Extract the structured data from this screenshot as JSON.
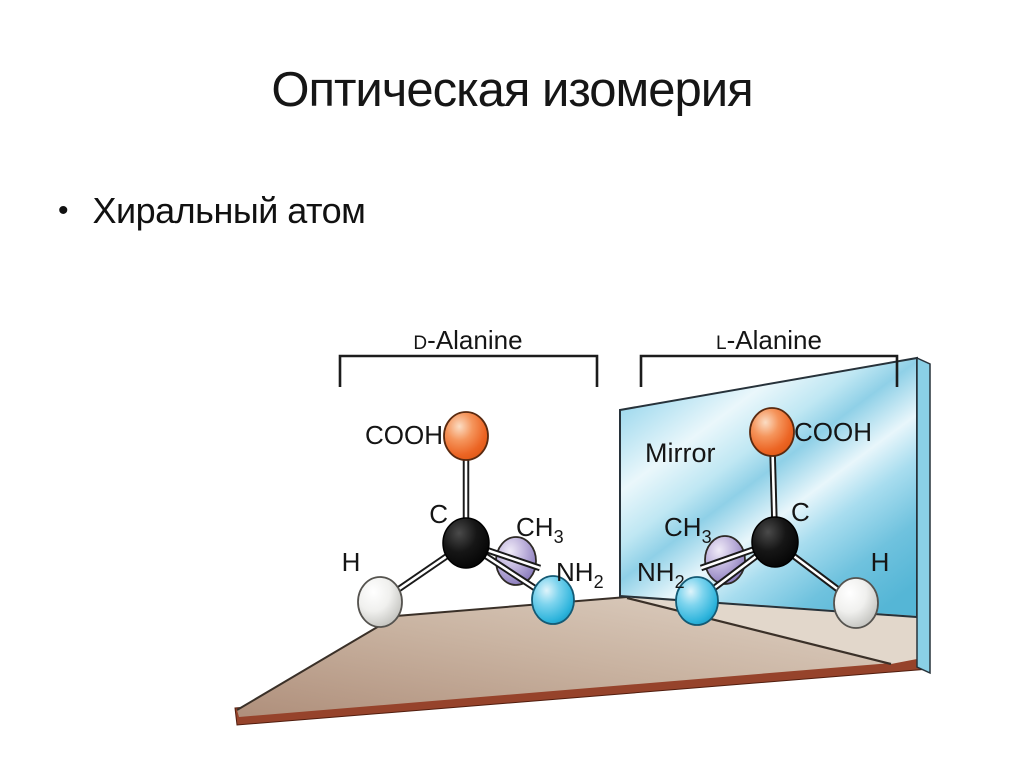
{
  "slide": {
    "title": "Оптическая изомерия",
    "bullet_marker": "•",
    "bullet_text": "Хиральный атом"
  },
  "diagram": {
    "brackets": {
      "d_prefix": "D",
      "d_rest": "-Alanine",
      "l_prefix": "L",
      "l_rest": "-Alanine"
    },
    "mirror_label": "Mirror",
    "left_molecule": {
      "cooh": "COOH",
      "c": "C",
      "ch": "CH",
      "ch_sub": "3",
      "nh": "NH",
      "nh_sub": "2",
      "h": "H"
    },
    "right_molecule": {
      "cooh": "COOH",
      "c": "C",
      "ch": "CH",
      "ch_sub": "3",
      "nh": "NH",
      "nh_sub": "2",
      "h": "H"
    },
    "colors": {
      "cooh_sphere": "#EC6524",
      "carbon_sphere": "#0a0a0a",
      "ch3_sphere": "#9183C0",
      "nh2_sphere": "#2EB4DC",
      "h_sphere": "#DCDCD8",
      "mirror_blue": "#7EC6E0",
      "floor_tan": "#C9B3A1",
      "floor_front_edge": "#96432B"
    }
  }
}
